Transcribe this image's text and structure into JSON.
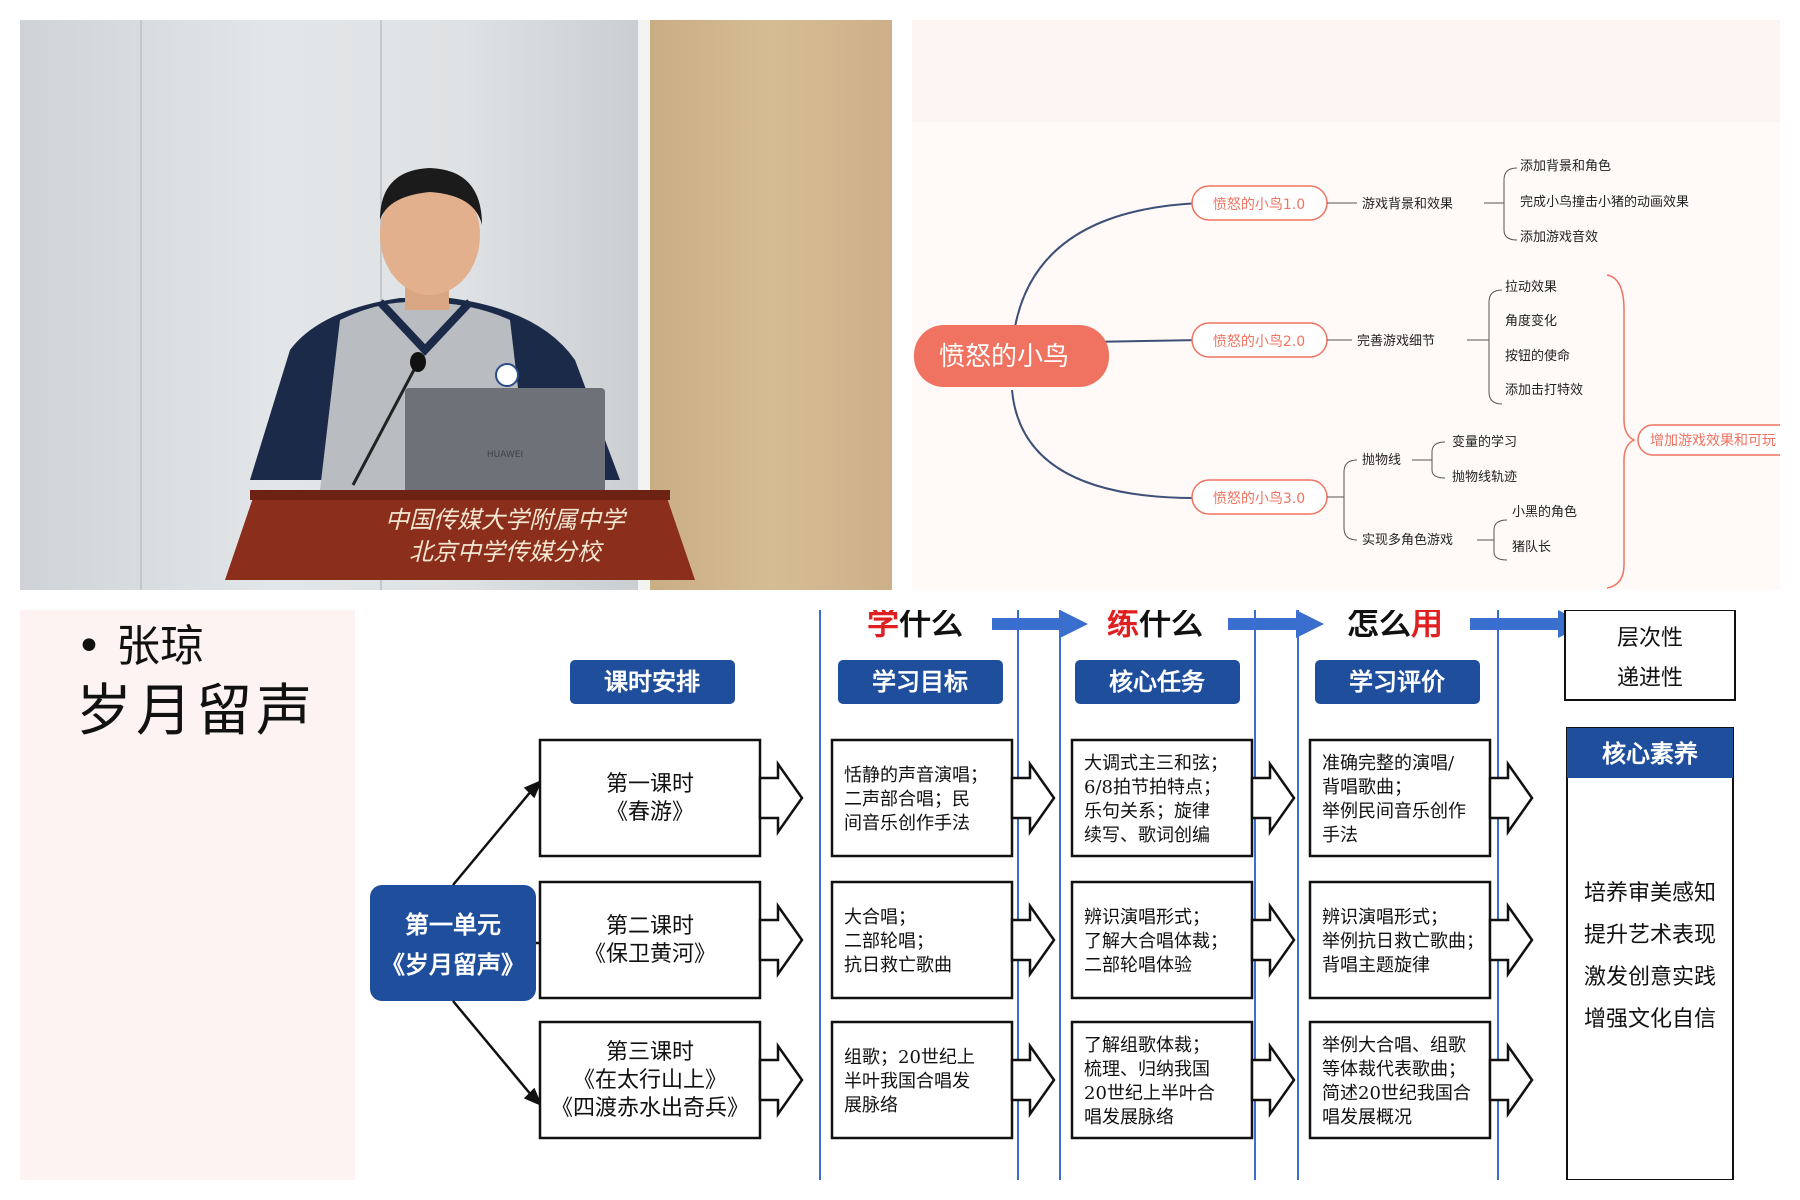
{
  "photo": {
    "podium_line1": "中国传媒大学附属中学",
    "podium_line2": "北京中学传媒分校",
    "laptop_brand": "HUAWEI"
  },
  "mindmap": {
    "root": "愤怒的小鸟",
    "v1": {
      "label": "愤怒的小鸟1.0",
      "branch": "游戏背景和效果",
      "items": [
        "添加背景和角色",
        "完成小鸟撞击小猪的动画效果",
        "添加游戏音效"
      ]
    },
    "v2": {
      "label": "愤怒的小鸟2.0",
      "branch": "完善游戏细节",
      "items": [
        "拉动效果",
        "角度变化",
        "按钮的使命",
        "添加击打特效"
      ]
    },
    "v3": {
      "label": "愤怒的小鸟3.0",
      "branch1": "抛物线",
      "branch1_items": [
        "变量的学习",
        "抛物线轨迹"
      ],
      "branch2": "实现多角色游戏",
      "branch2_items": [
        "小黑的角色",
        "猪队长"
      ]
    },
    "summary": "增加游戏效果和可玩"
  },
  "slide": {
    "bullet": "• 张琼",
    "title": "岁月留声",
    "top_headers": {
      "h1_colored": "学",
      "h1_rest": "什么",
      "h2_colored": "练",
      "h2_rest": "什么",
      "h3_rest": "怎么",
      "h3_colored": "用"
    },
    "corner_box": [
      "层次性",
      "递进性"
    ],
    "column_headers": [
      "课时安排",
      "学习目标",
      "核心任务",
      "学习评价"
    ],
    "unit": [
      "第一单元",
      "《岁月留声》"
    ],
    "lessons": [
      {
        "name": [
          "第一课时",
          "《春游》"
        ],
        "goal": [
          "恬静的声音演唱；",
          "二声部合唱；民",
          "间音乐创作手法"
        ],
        "task": [
          "大调式主三和弦；",
          "6/8拍节拍特点；",
          "乐句关系；旋律",
          "续写、歌词创编"
        ],
        "eval": [
          "准确完整的演唱/",
          "背唱歌曲；",
          "举例民间音乐创作",
          "手法"
        ]
      },
      {
        "name": [
          "第二课时",
          "《保卫黄河》"
        ],
        "goal": [
          "大合唱；",
          "二部轮唱；",
          "抗日救亡歌曲"
        ],
        "task": [
          "辨识演唱形式；",
          "了解大合唱体裁；",
          "二部轮唱体验"
        ],
        "eval": [
          "辨识演唱形式；",
          "举例抗日救亡歌曲；",
          "背唱主题旋律"
        ]
      },
      {
        "name": [
          "第三课时",
          "《在太行山上》",
          "《四渡赤水出奇兵》"
        ],
        "goal": [
          "组歌；20世纪上",
          "半叶我国合唱发",
          "展脉络"
        ],
        "task": [
          "了解组歌体裁；",
          "梳理、归纳我国",
          "20世纪上半叶合",
          "唱发展脉络"
        ],
        "eval": [
          "举例大合唱、组歌",
          "等体裁代表歌曲；",
          "简述20世纪我国合",
          "唱发展概况"
        ]
      }
    ],
    "core_title": "核心素养",
    "core_items": [
      "培养审美感知",
      "提升艺术表现",
      "激发创意实践",
      "增强文化自信"
    ],
    "colors": {
      "navy": "#1f4e9c",
      "red": "#e02020",
      "arrow_blue": "#3a6fd0",
      "mm_accent": "#ef7360"
    }
  }
}
